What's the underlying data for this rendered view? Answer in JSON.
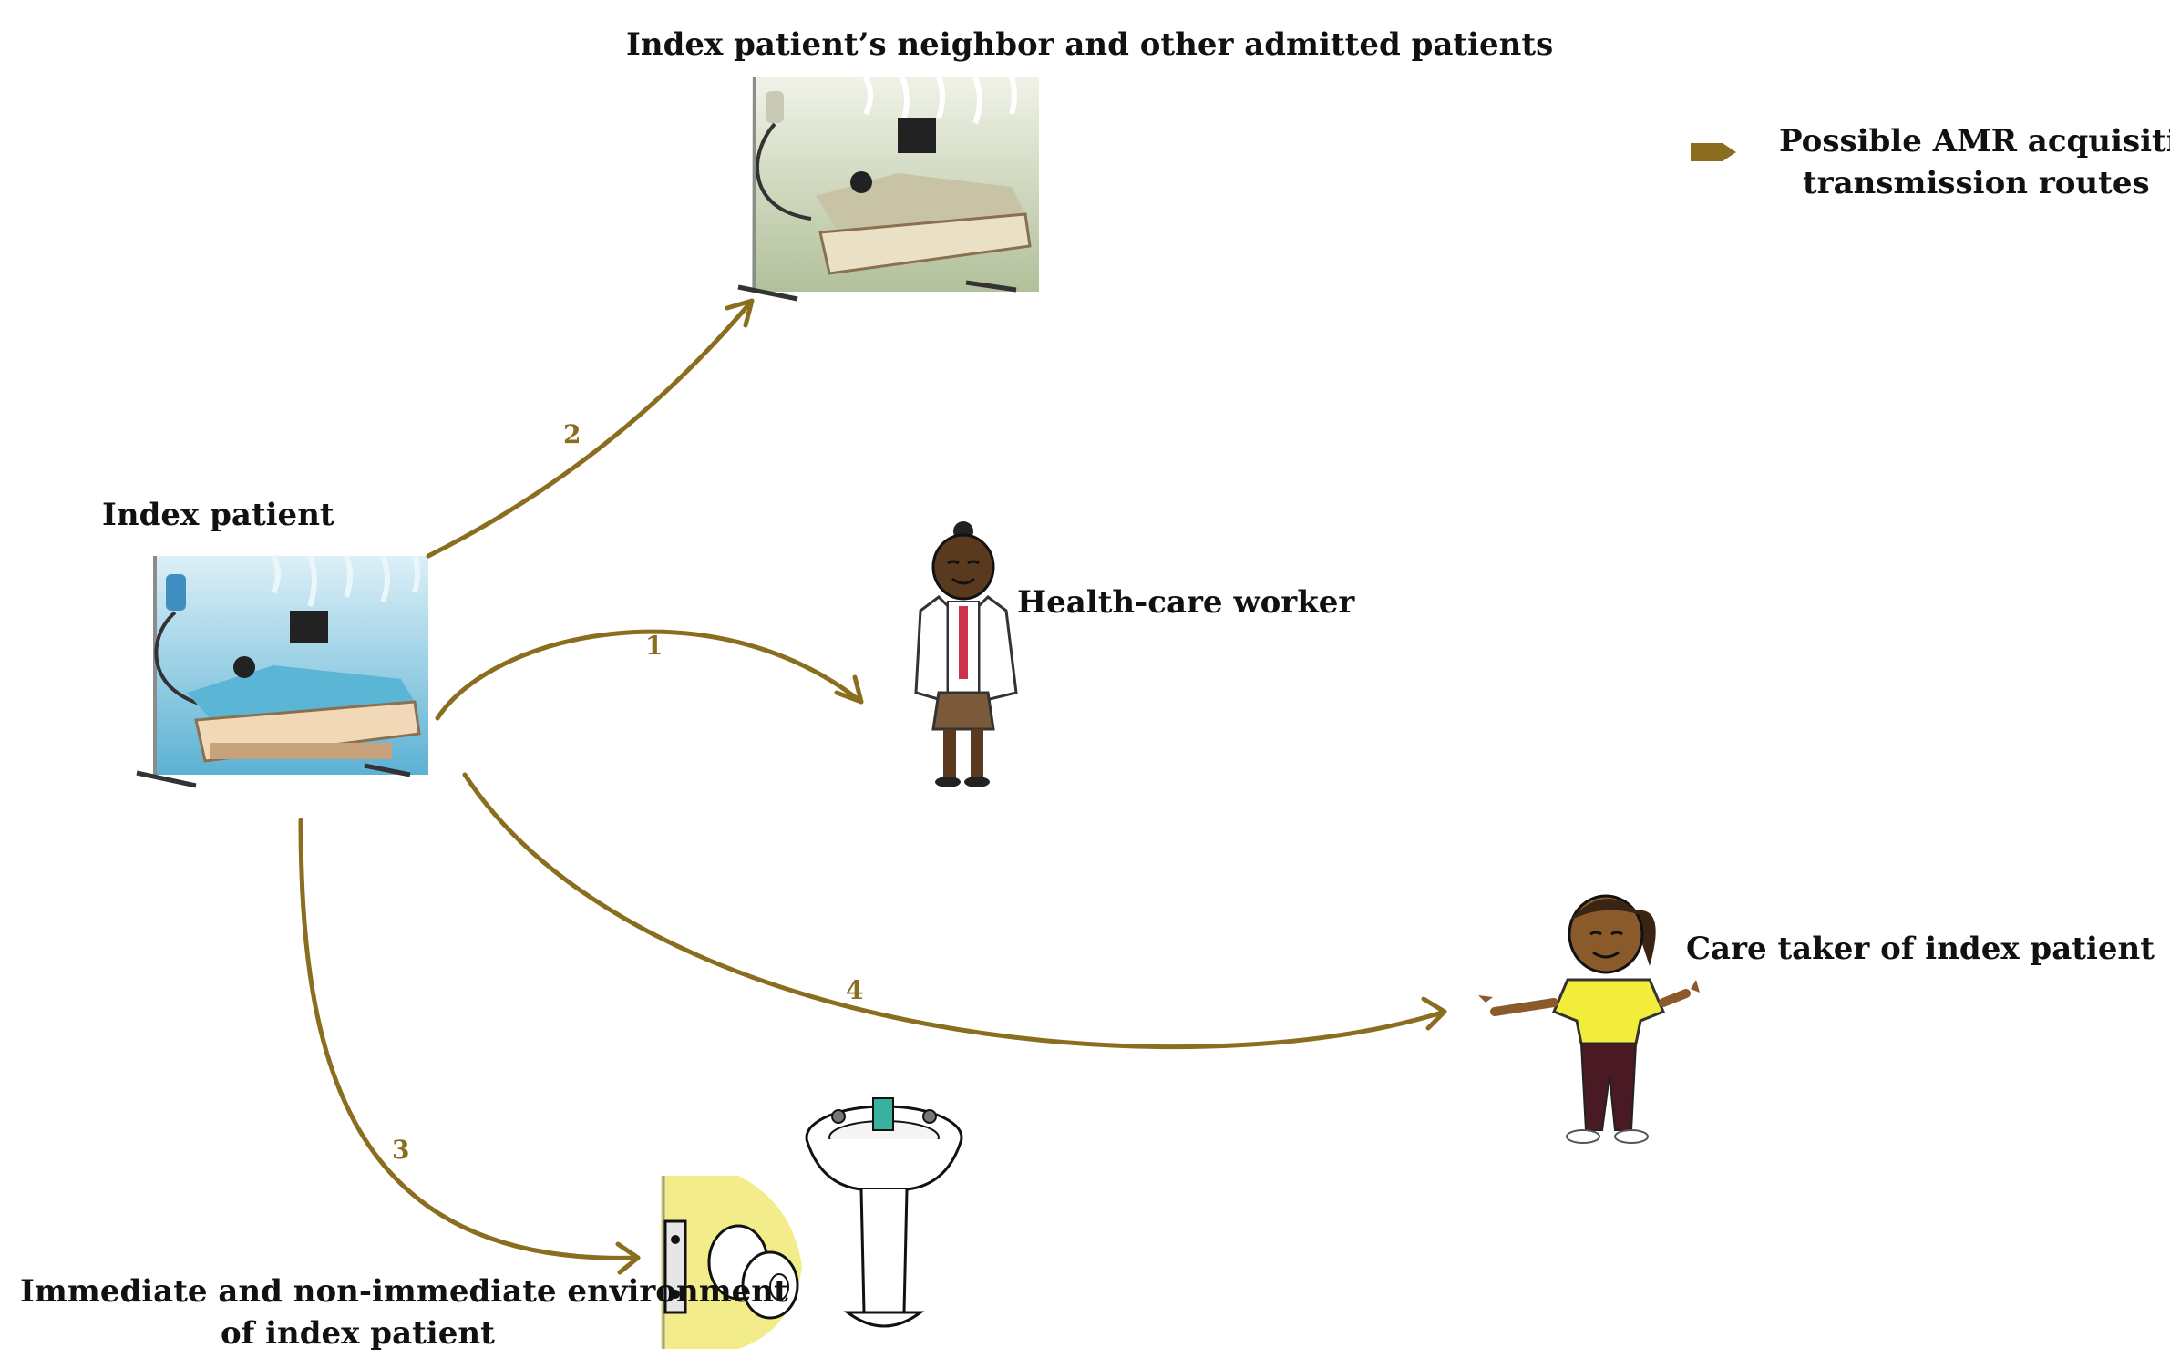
{
  "labels": {
    "index_patient": "Index patient",
    "neighbor": "Index patient’s neighbor and other admitted patients",
    "health_worker": "Health-care worker",
    "caretaker": "Care taker of index patient",
    "environment_line1": "Immediate and non-immediate environment",
    "environment_line2": "of index patient"
  },
  "legend": {
    "line1": "Possible AMR acquisition/",
    "line2": "transmission routes"
  },
  "routes": [
    {
      "number": "1"
    },
    {
      "number": "2"
    },
    {
      "number": "3"
    },
    {
      "number": "4"
    }
  ],
  "colors": {
    "arrow": "#8a6d1f",
    "hospital_blue": "#5bb6d6",
    "hospital_green": "#b7c6a2",
    "caretaker_shirt": "#f2ec3a",
    "door_plate": "#f3ec8a"
  },
  "icons": [
    "hospital-bed-icon",
    "doctor-icon",
    "caretaker-icon",
    "door-knob-icon",
    "sink-icon"
  ]
}
